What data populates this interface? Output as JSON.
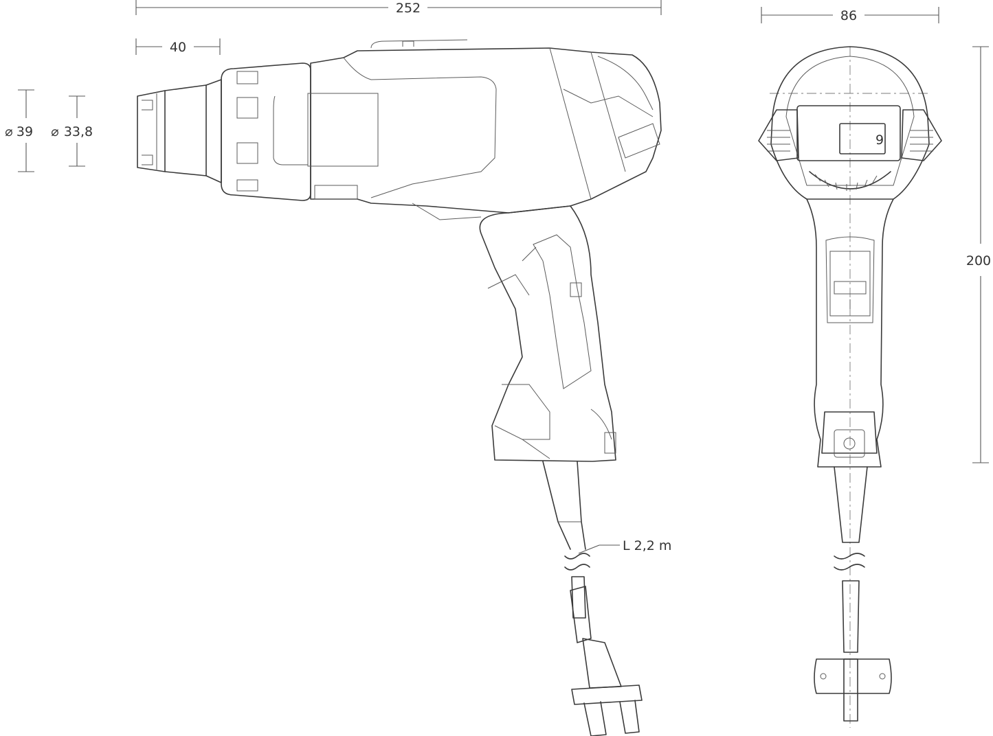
{
  "dimensions": {
    "overall_length": "252",
    "nozzle_length": "40",
    "outer_diameter_symbol": "⌀",
    "outer_diameter": "39",
    "inner_diameter": "33,8",
    "width": "86",
    "height": "200",
    "cable_length": "L 2,2 m"
  },
  "front_view": {
    "display_digit": "9"
  },
  "colors": {
    "line": "#3a3a3a",
    "background": "#ffffff"
  }
}
